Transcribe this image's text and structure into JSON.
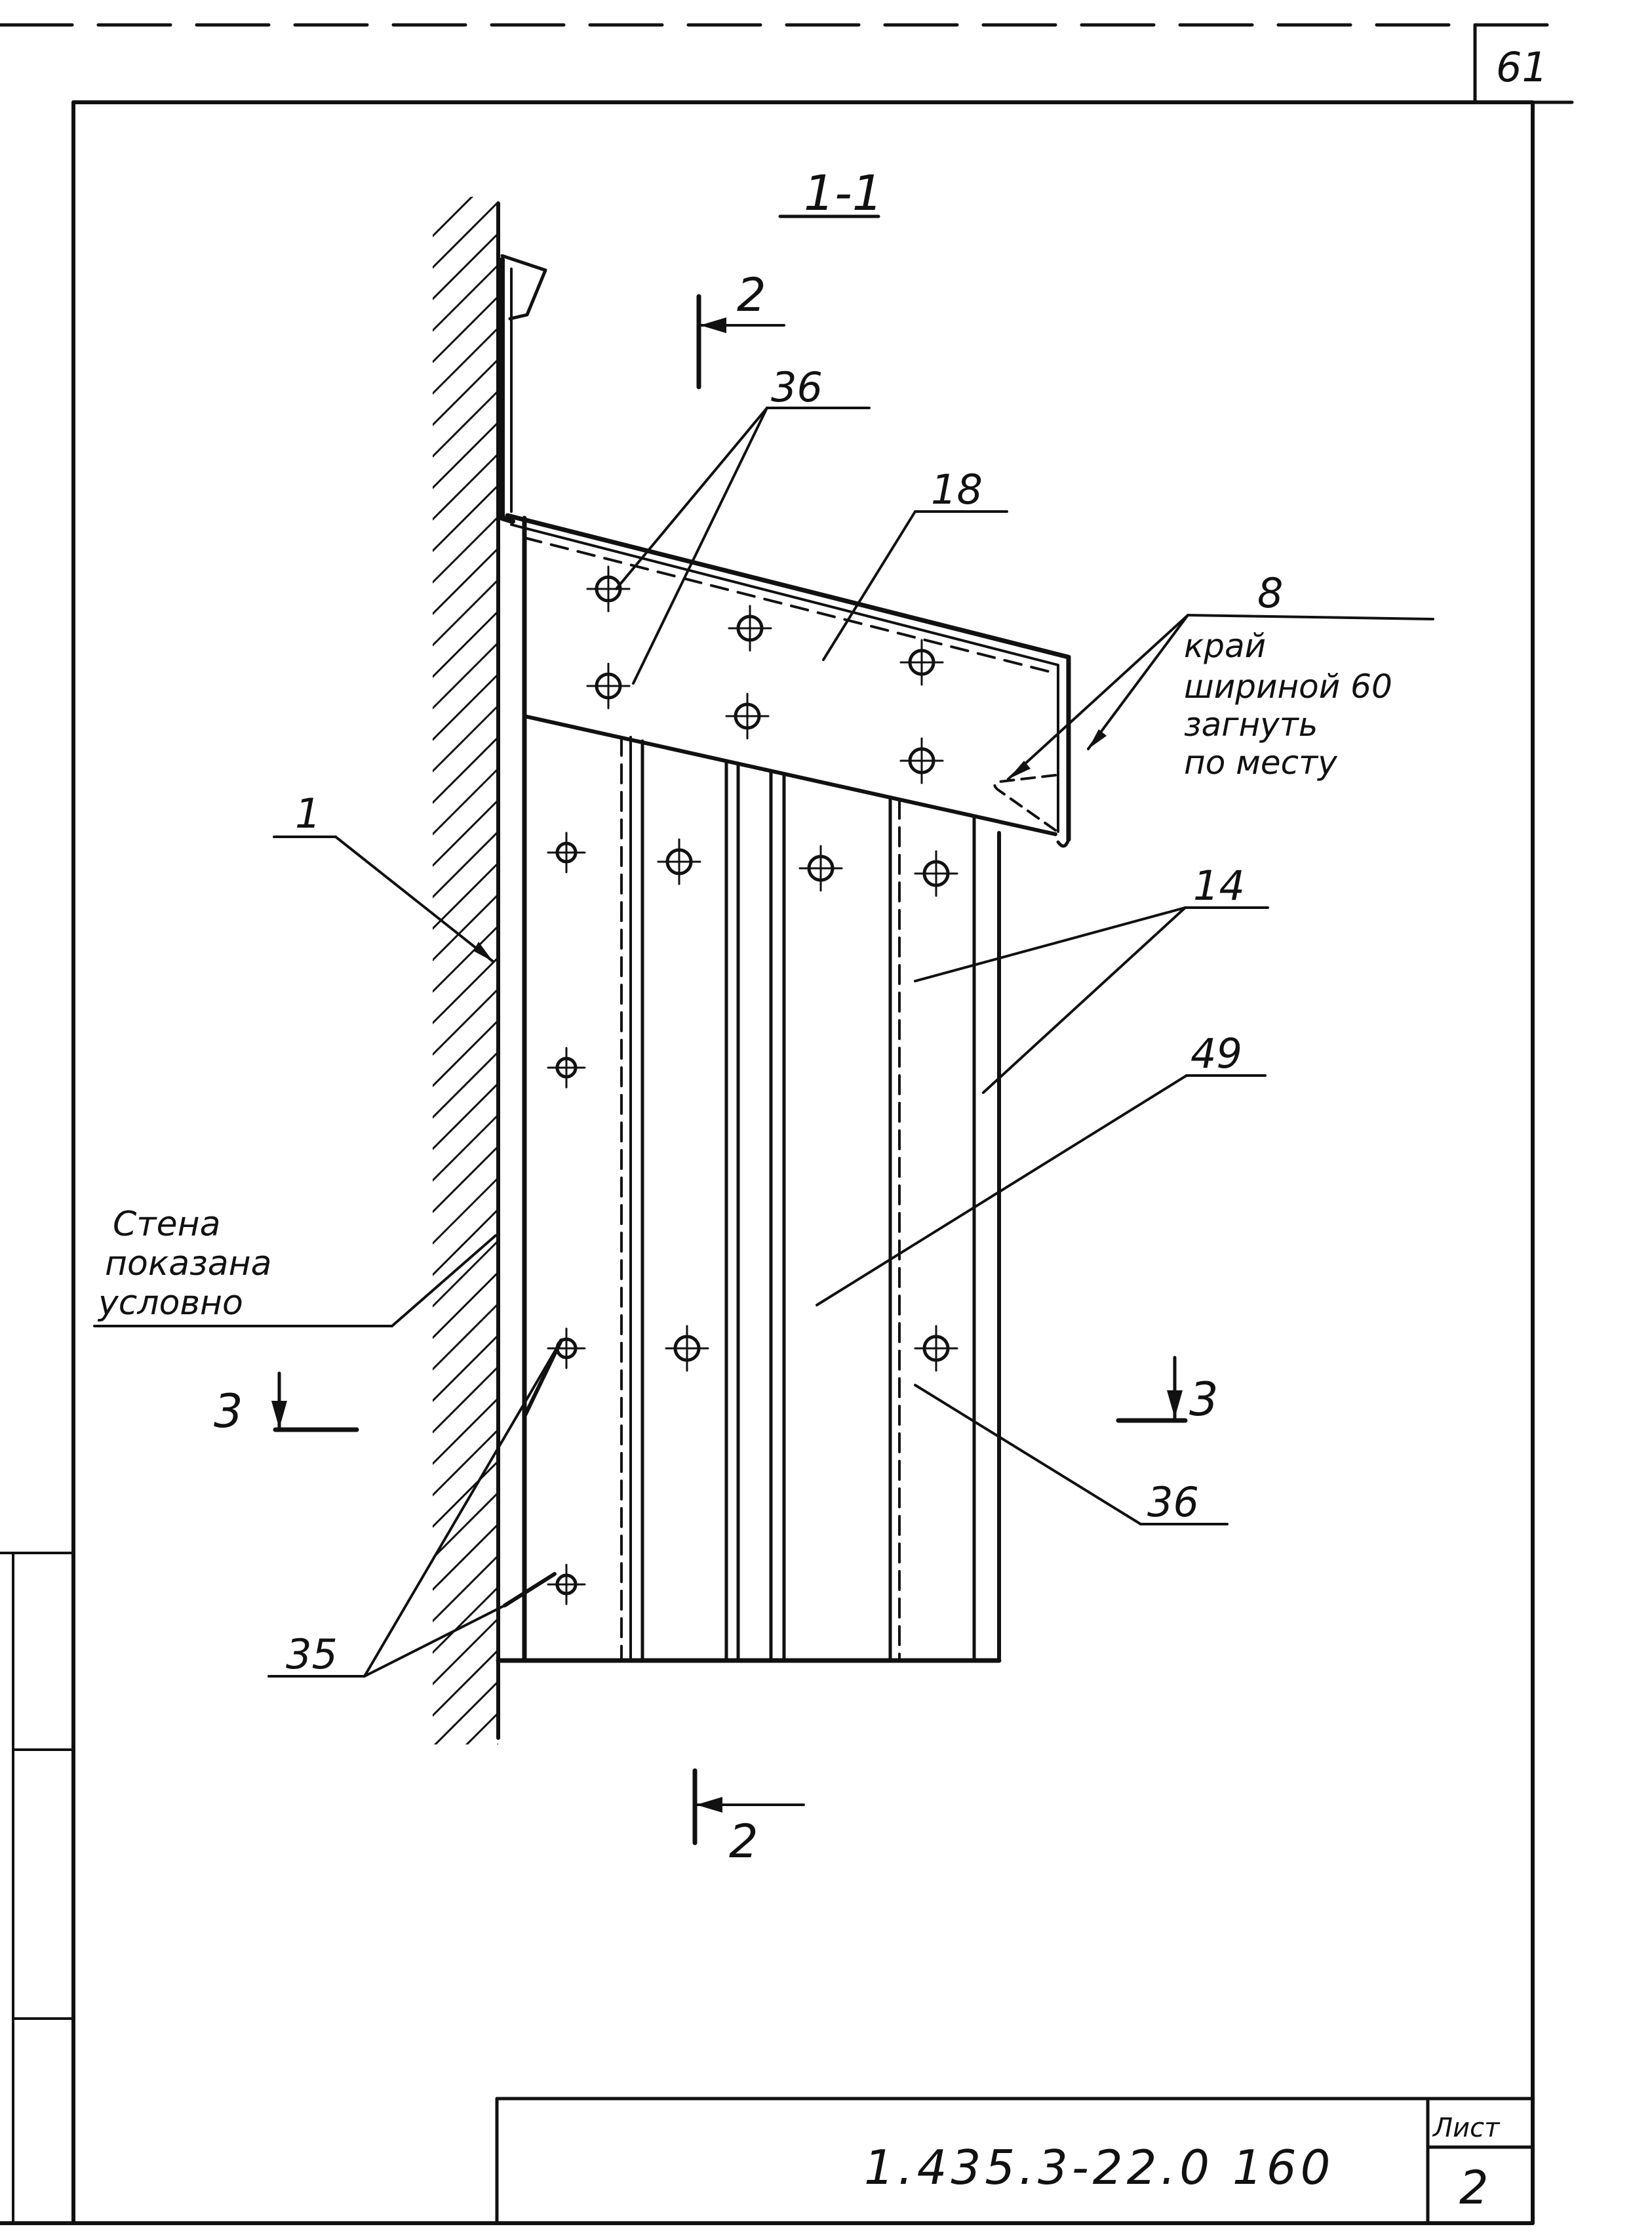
{
  "sheet": {
    "page_number": "61",
    "document_code": "1.435.3-22.0 160",
    "sheet_label": "Лист",
    "sheet_number": "2"
  },
  "section": {
    "title": "1-1",
    "cut_2_top": "2",
    "cut_2_bottom": "2",
    "cut_3_left": "3",
    "cut_3_right": "3"
  },
  "callouts": {
    "c36_top": "36",
    "c18": "18",
    "c8": "8",
    "c1": "1",
    "c14": "14",
    "c49": "49",
    "c36_bottom": "36",
    "c35": "35"
  },
  "notes": {
    "edge_bend": [
      "край",
      "шириной 60",
      "загнуть",
      "по месту"
    ],
    "wall_note": [
      "Стена",
      "показана",
      "условно"
    ]
  }
}
